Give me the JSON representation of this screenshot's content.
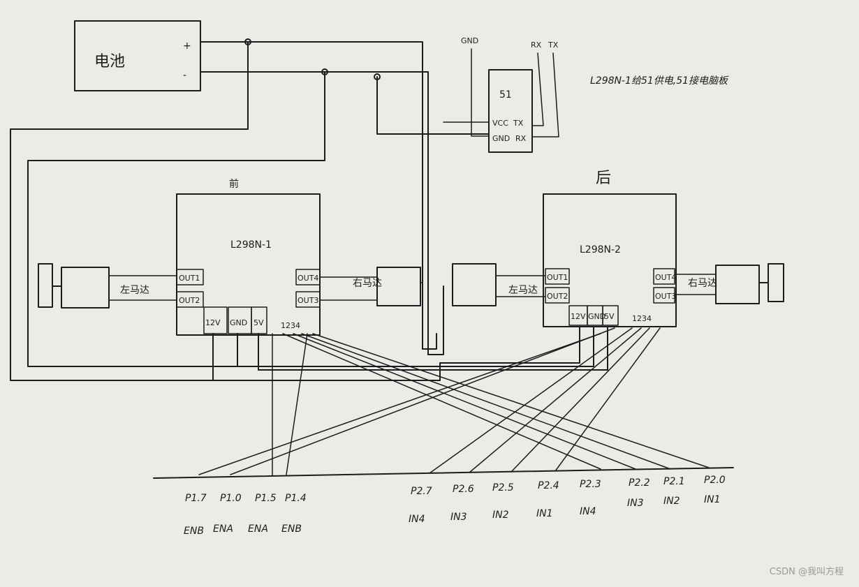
{
  "battery": {
    "label": "电池",
    "plus": "+",
    "minus": "-"
  },
  "mcu": {
    "label": "51",
    "vcc": "VCC",
    "tx": "TX",
    "gnd": "GND",
    "rx": "RX"
  },
  "top_labels": {
    "gnd": "GND",
    "rx": "RX",
    "tx": "TX"
  },
  "note": "L298N-1给51供电,51接电脑板",
  "front": "前",
  "rear": "后",
  "driver1": {
    "name": "L298N-1",
    "out1": "OUT1",
    "out2": "OUT2",
    "out4": "OUT4",
    "out3": "OUT3",
    "p12v": "12V",
    "pgnd": "GND",
    "p5v": "5V",
    "pins": "1234"
  },
  "driver2": {
    "name": "L298N-2",
    "out1": "OUT1",
    "out2": "OUT2",
    "out4": "OUT4",
    "out3": "OUT3",
    "p12v": "12V",
    "pgnd": "GND",
    "p5v": "5V",
    "pins": "1234"
  },
  "motors": {
    "left1": "左马达",
    "right1": "右马达",
    "left2": "左马达",
    "right2": "右马达"
  },
  "bus_left": {
    "ports": [
      "P1.7",
      "P1.0",
      "P1.5",
      "P1.4"
    ],
    "signals": [
      "ENB",
      "ENA",
      "ENA",
      "ENB"
    ]
  },
  "bus_right": {
    "ports": [
      "P2.7",
      "P2.6",
      "P2.5",
      "P2.4",
      "P2.3",
      "P2.2",
      "P2.1",
      "P2.0"
    ],
    "signals": [
      "IN4",
      "IN3",
      "IN2",
      "IN1",
      "IN4",
      "IN3",
      "IN2",
      "IN1"
    ]
  },
  "watermark": "CSDN @我叫方程"
}
